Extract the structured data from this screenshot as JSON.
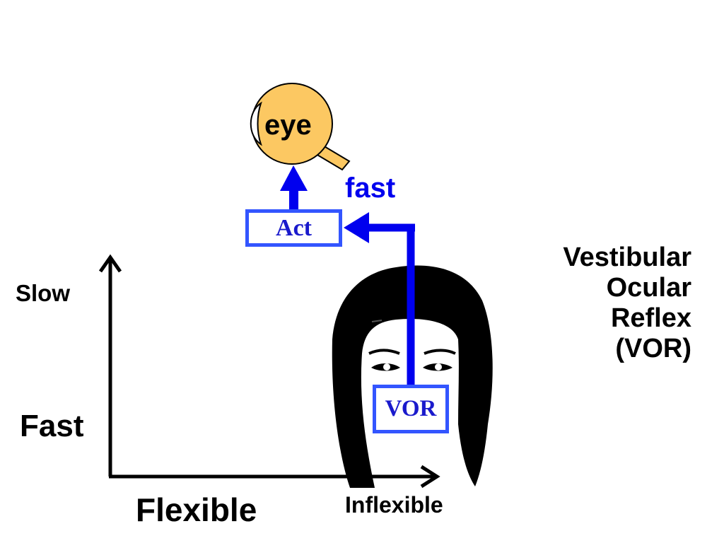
{
  "axes": {
    "y_label_top": "Slow",
    "y_label_bottom": "Fast",
    "x_label_left": "Flexible",
    "x_label_right": "Inflexible"
  },
  "title_lines": [
    "Vestibular",
    "Ocular",
    "Reflex",
    "(VOR)"
  ],
  "nodes": {
    "eye": "eye",
    "act": "Act",
    "vor": "VOR"
  },
  "path_label": "fast",
  "colors": {
    "pathway": "#0000ee",
    "box_border": "#3355ff",
    "box_text": "#1a1acc",
    "eye_fill": "#fcc862",
    "hair": "#000000"
  },
  "icons": [
    "eyeball-icon",
    "woman-face-icon"
  ]
}
